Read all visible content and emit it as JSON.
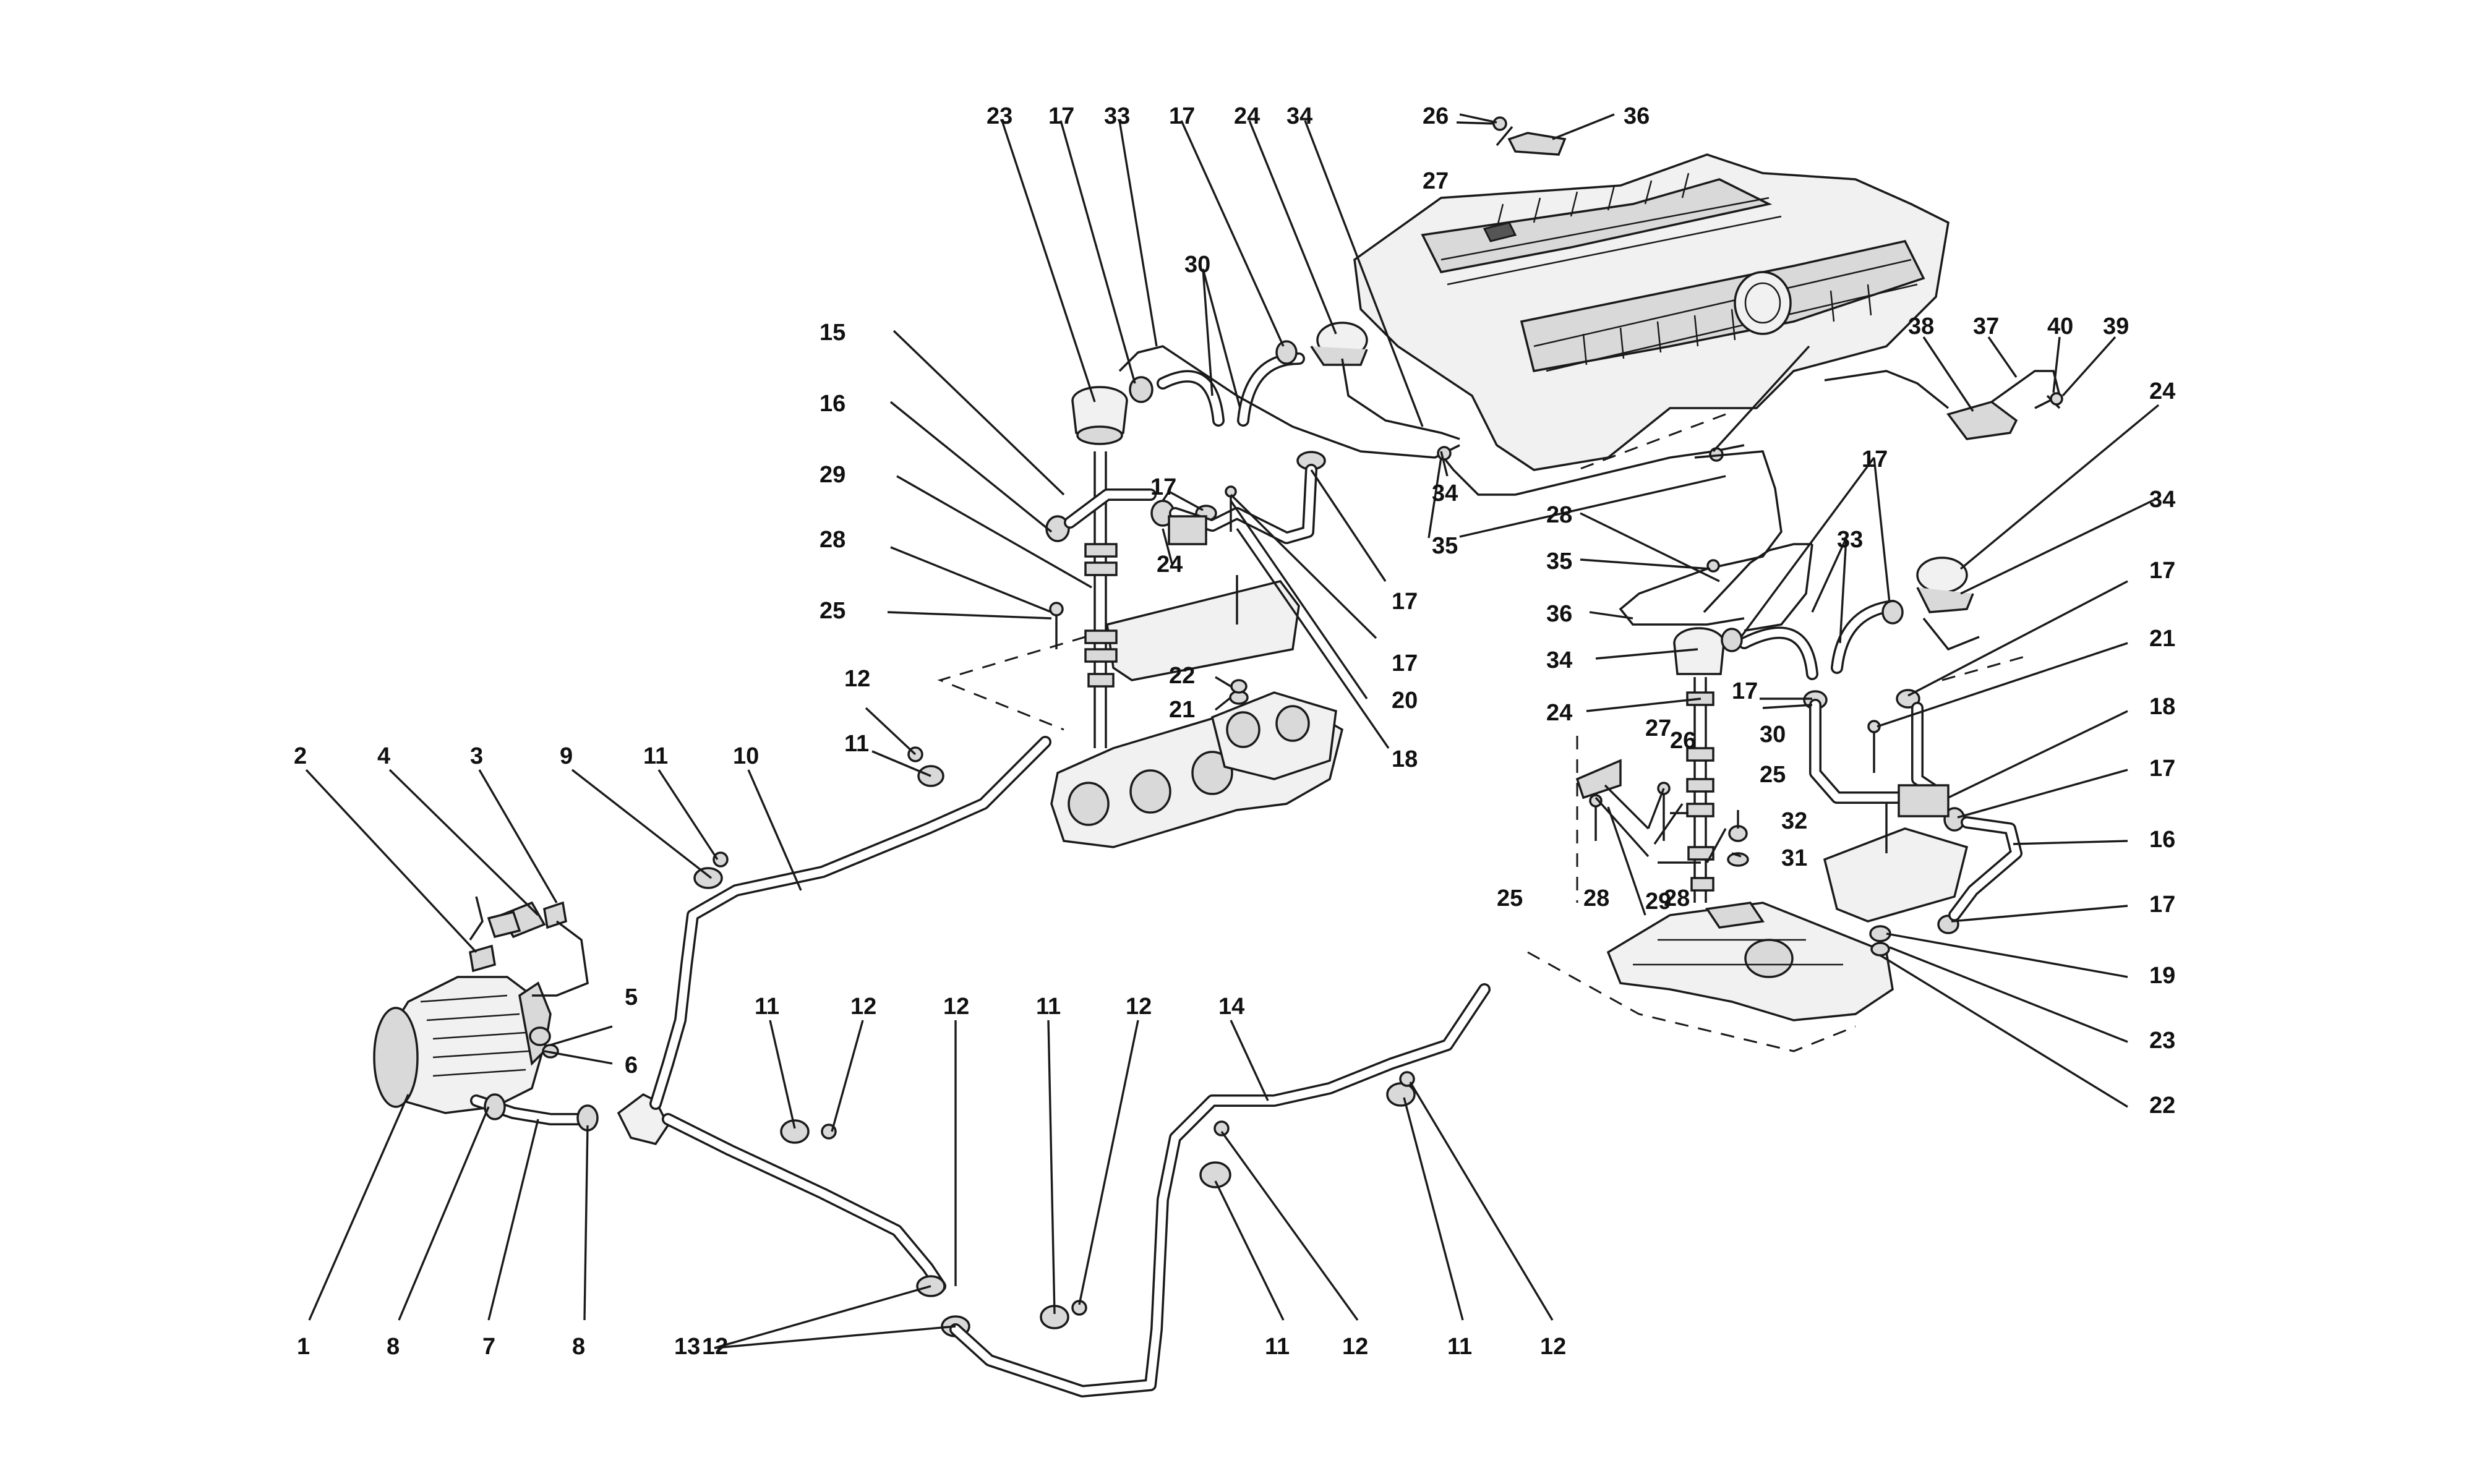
{
  "callouts": [
    "1",
    "2",
    "3",
    "4",
    "5",
    "6",
    "7",
    "8",
    "8",
    "9",
    "10",
    "11",
    "11",
    "11",
    "11",
    "11",
    "11",
    "12",
    "12",
    "12",
    "12",
    "12",
    "12",
    "12",
    "13",
    "14",
    "15",
    "16",
    "17",
    "17",
    "17",
    "17",
    "17",
    "18",
    "20",
    "21",
    "22",
    "23",
    "24",
    "24",
    "25",
    "28",
    "29",
    "30",
    "33",
    "34",
    "34",
    "35",
    "36",
    "26",
    "27",
    "28",
    "35",
    "36",
    "34",
    "24",
    "25",
    "26",
    "27",
    "28",
    "28",
    "29",
    "30",
    "25",
    "32",
    "31",
    "17",
    "33",
    "17",
    "24",
    "34",
    "17",
    "21",
    "18",
    "17",
    "16",
    "17",
    "19",
    "23",
    "22",
    "38",
    "37",
    "40",
    "39"
  ]
}
